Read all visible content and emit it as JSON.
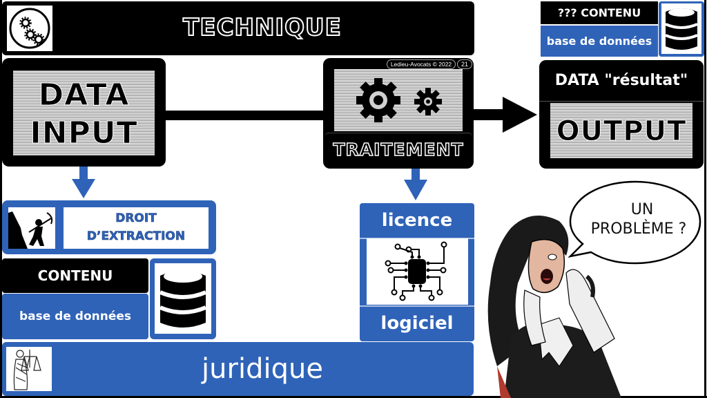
{
  "header": {
    "title": "TECHNIQUE",
    "icon": "gears-icon"
  },
  "colors": {
    "accent_blue": "#2f63b8",
    "black": "#000000",
    "white": "#ffffff"
  },
  "flow": {
    "input": {
      "line1": "DATA",
      "line2": "INPUT"
    },
    "processing": {
      "label": "TRAITEMENT",
      "icon": "gears-icon",
      "credit": "Ledieu-Avocats © 2022",
      "page_number": "21"
    },
    "output": {
      "header": "DATA \"résultat\"",
      "label": "OUTPUT"
    }
  },
  "top_right": {
    "header": "??? CONTENU",
    "subtitle": "base de données",
    "icon": "database-icon"
  },
  "legal": {
    "extraction": {
      "line1": "DROIT",
      "line2": "D’EXTRACTION",
      "icon": "miner-icon"
    },
    "content": {
      "header": "CONTENU",
      "subtitle": "base de données",
      "icon": "database-icon"
    },
    "software": {
      "header": "licence",
      "footer": "logiciel",
      "icon": "chip-icon"
    },
    "banner": {
      "label": "juridique",
      "icon": "lady-justice-icon"
    }
  },
  "speech_bubble": {
    "line1": "UN",
    "line2": "PROBLÈME ?"
  }
}
